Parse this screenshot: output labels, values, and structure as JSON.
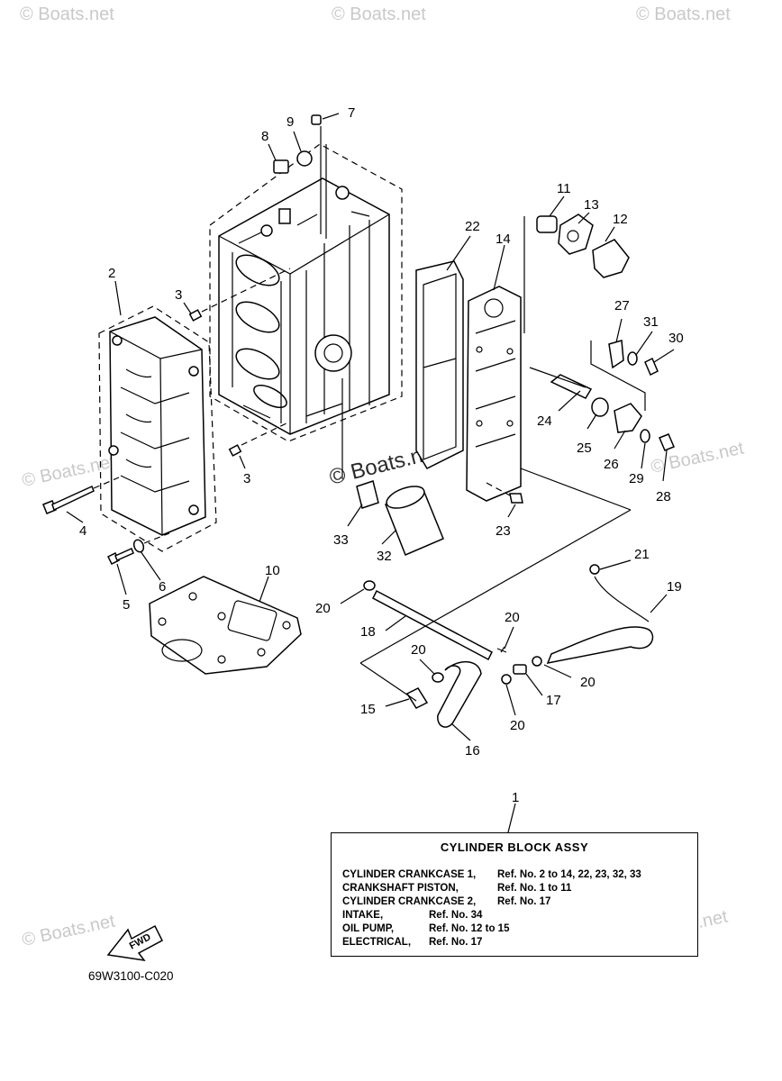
{
  "diagram": {
    "labels": {
      "n1": "1",
      "n2": "2",
      "n3a": "3",
      "n3b": "3",
      "n4": "4",
      "n5": "5",
      "n6": "6",
      "n7": "7",
      "n8": "8",
      "n9": "9",
      "n10": "10",
      "n11": "11",
      "n12": "12",
      "n13": "13",
      "n14": "14",
      "n15": "15",
      "n16": "16",
      "n17": "17",
      "n18": "18",
      "n19": "19",
      "n20a": "20",
      "n20b": "20",
      "n20c": "20",
      "n20d": "20",
      "n20e": "20",
      "n21": "21",
      "n22": "22",
      "n23": "23",
      "n24": "24",
      "n25": "25",
      "n26": "26",
      "n27": "27",
      "n28": "28",
      "n29": "29",
      "n30": "30",
      "n31": "31",
      "n32": "32",
      "n33": "33"
    },
    "fwd_label": "FWD",
    "diagram_code": "69W3100-C020"
  },
  "watermark": {
    "text": "© Boats.net",
    "center_text": "© Boats.net"
  },
  "caption": {
    "title": "CYLINDER  BLOCK ASSY",
    "rows": [
      {
        "name": "CYLINDER CRANKCASE 1,",
        "ref": "Ref. No. 2 to 14, 22, 23, 32, 33"
      },
      {
        "name": "CRANKSHAFT PISTON,",
        "ref": "Ref. No. 1 to 11"
      },
      {
        "name": "CYLINDER CRANKCASE 2,",
        "ref": "Ref. No. 17"
      },
      {
        "name": "INTAKE,",
        "ref": "Ref. No. 34"
      },
      {
        "name": "OIL PUMP,",
        "ref": "Ref. No. 12 to 15"
      },
      {
        "name": "ELECTRICAL,",
        "ref": "Ref. No. 17"
      }
    ]
  }
}
